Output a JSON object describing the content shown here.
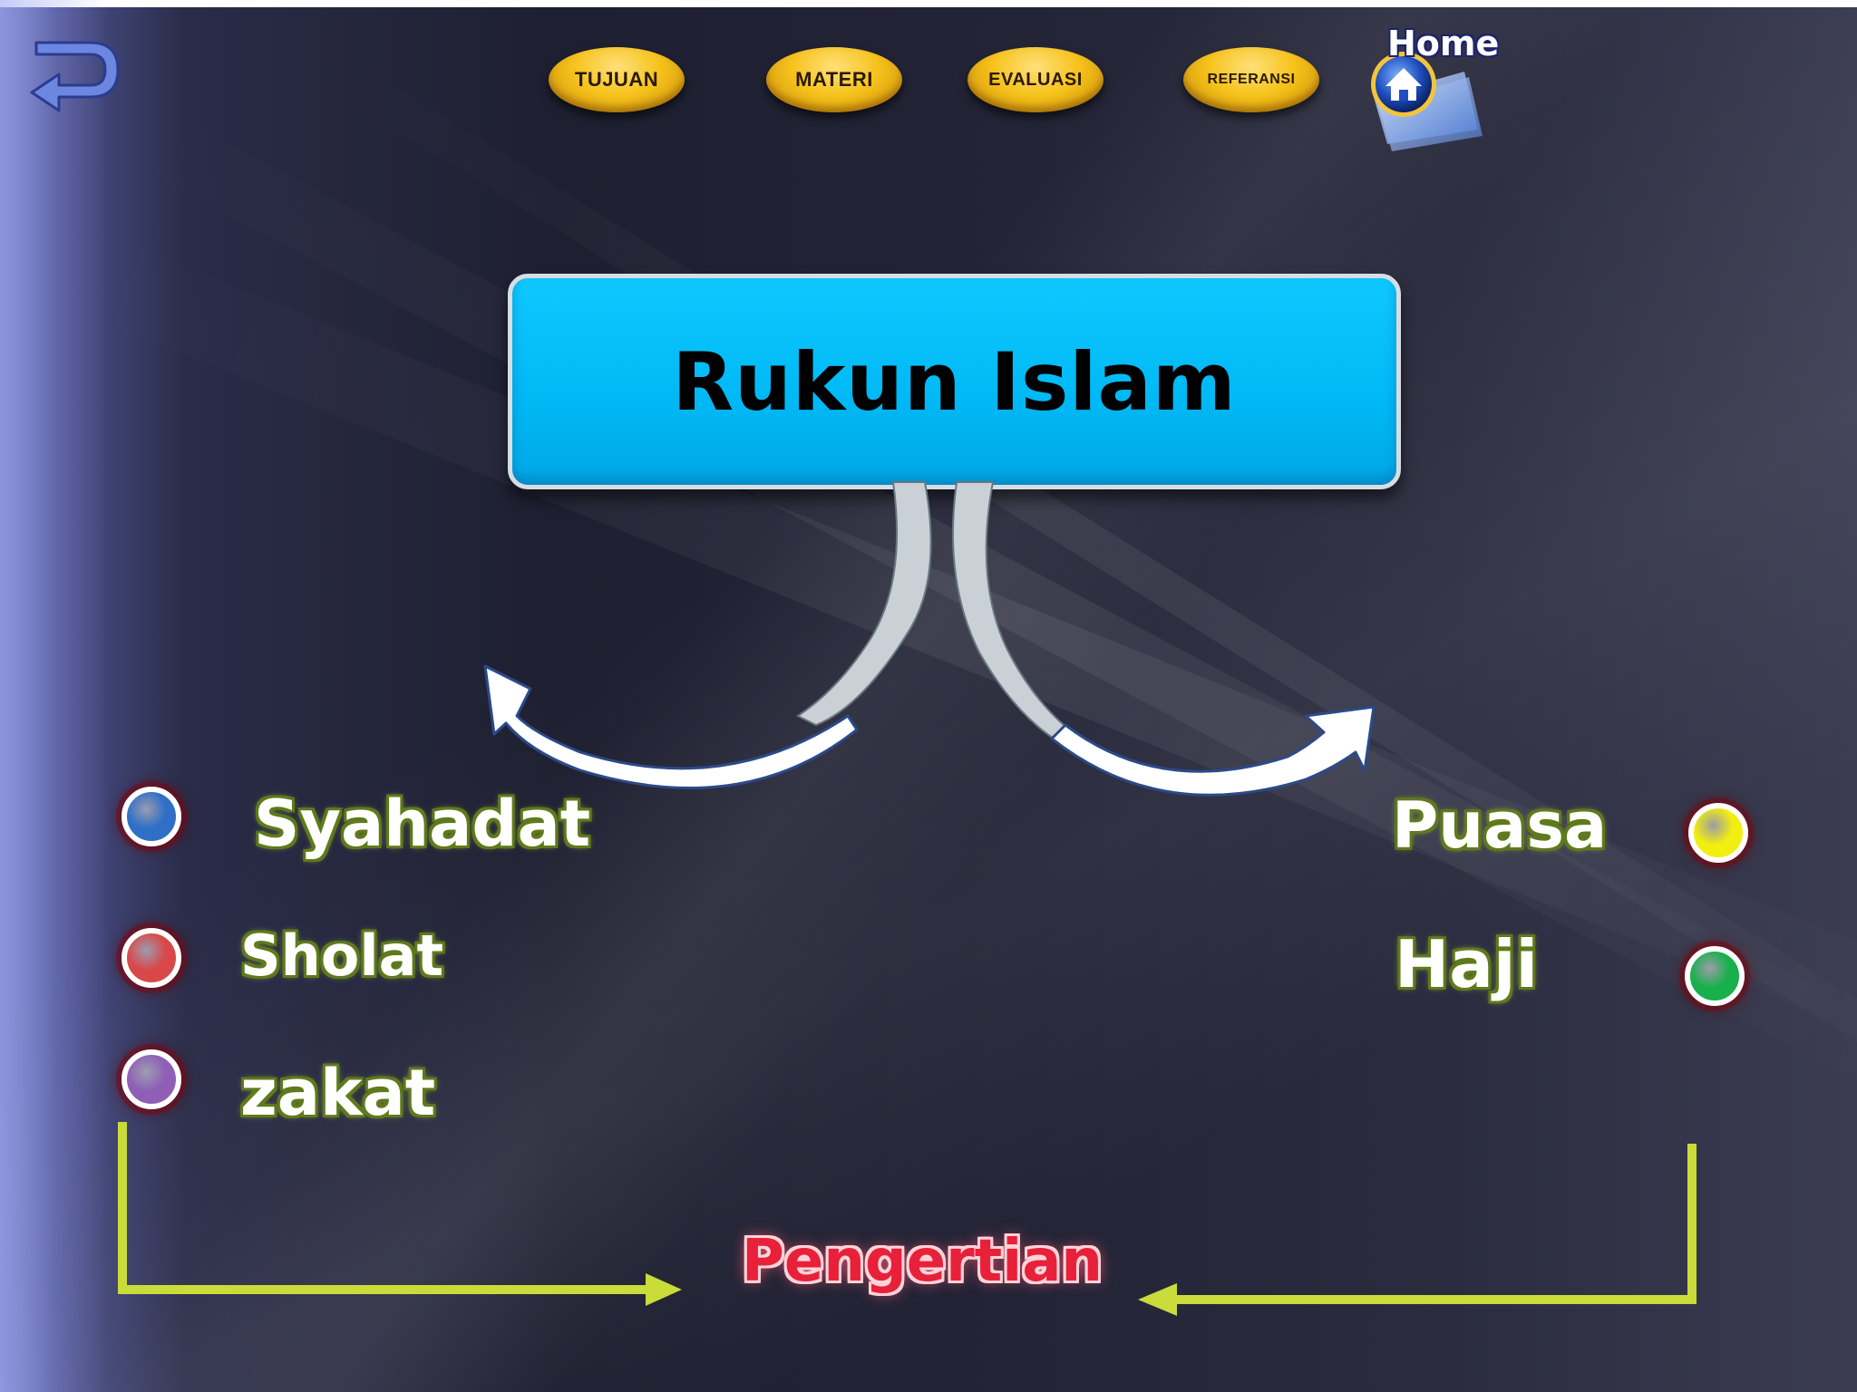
{
  "nav": {
    "items": [
      {
        "label": "TUJUAN"
      },
      {
        "label": "MATERI"
      },
      {
        "label": "EVALUASI"
      },
      {
        "label": "REFERANSI"
      }
    ],
    "home_label": "Home"
  },
  "main": {
    "title": "Rukun Islam",
    "pillars_left": [
      {
        "label": "Syahadat",
        "dot_color": "#2f6fc6"
      },
      {
        "label": "Sholat",
        "dot_color": "#d94848"
      },
      {
        "label": "zakat",
        "dot_color": "#8e5fb5"
      }
    ],
    "pillars_right": [
      {
        "label": "Puasa",
        "dot_color": "#f2ee10"
      },
      {
        "label": "Haji",
        "dot_color": "#17b04c"
      }
    ],
    "footer_link": "Pengertian"
  },
  "colors": {
    "title_box": "#00b8f4",
    "nav_button": "#f6c21b",
    "label_outline": "#5f7a1a",
    "footer_link": "#e8203a",
    "arrow_line": "#c9dc3a"
  },
  "icons": {
    "back": "back-arrow-icon",
    "home": "home-icon"
  }
}
